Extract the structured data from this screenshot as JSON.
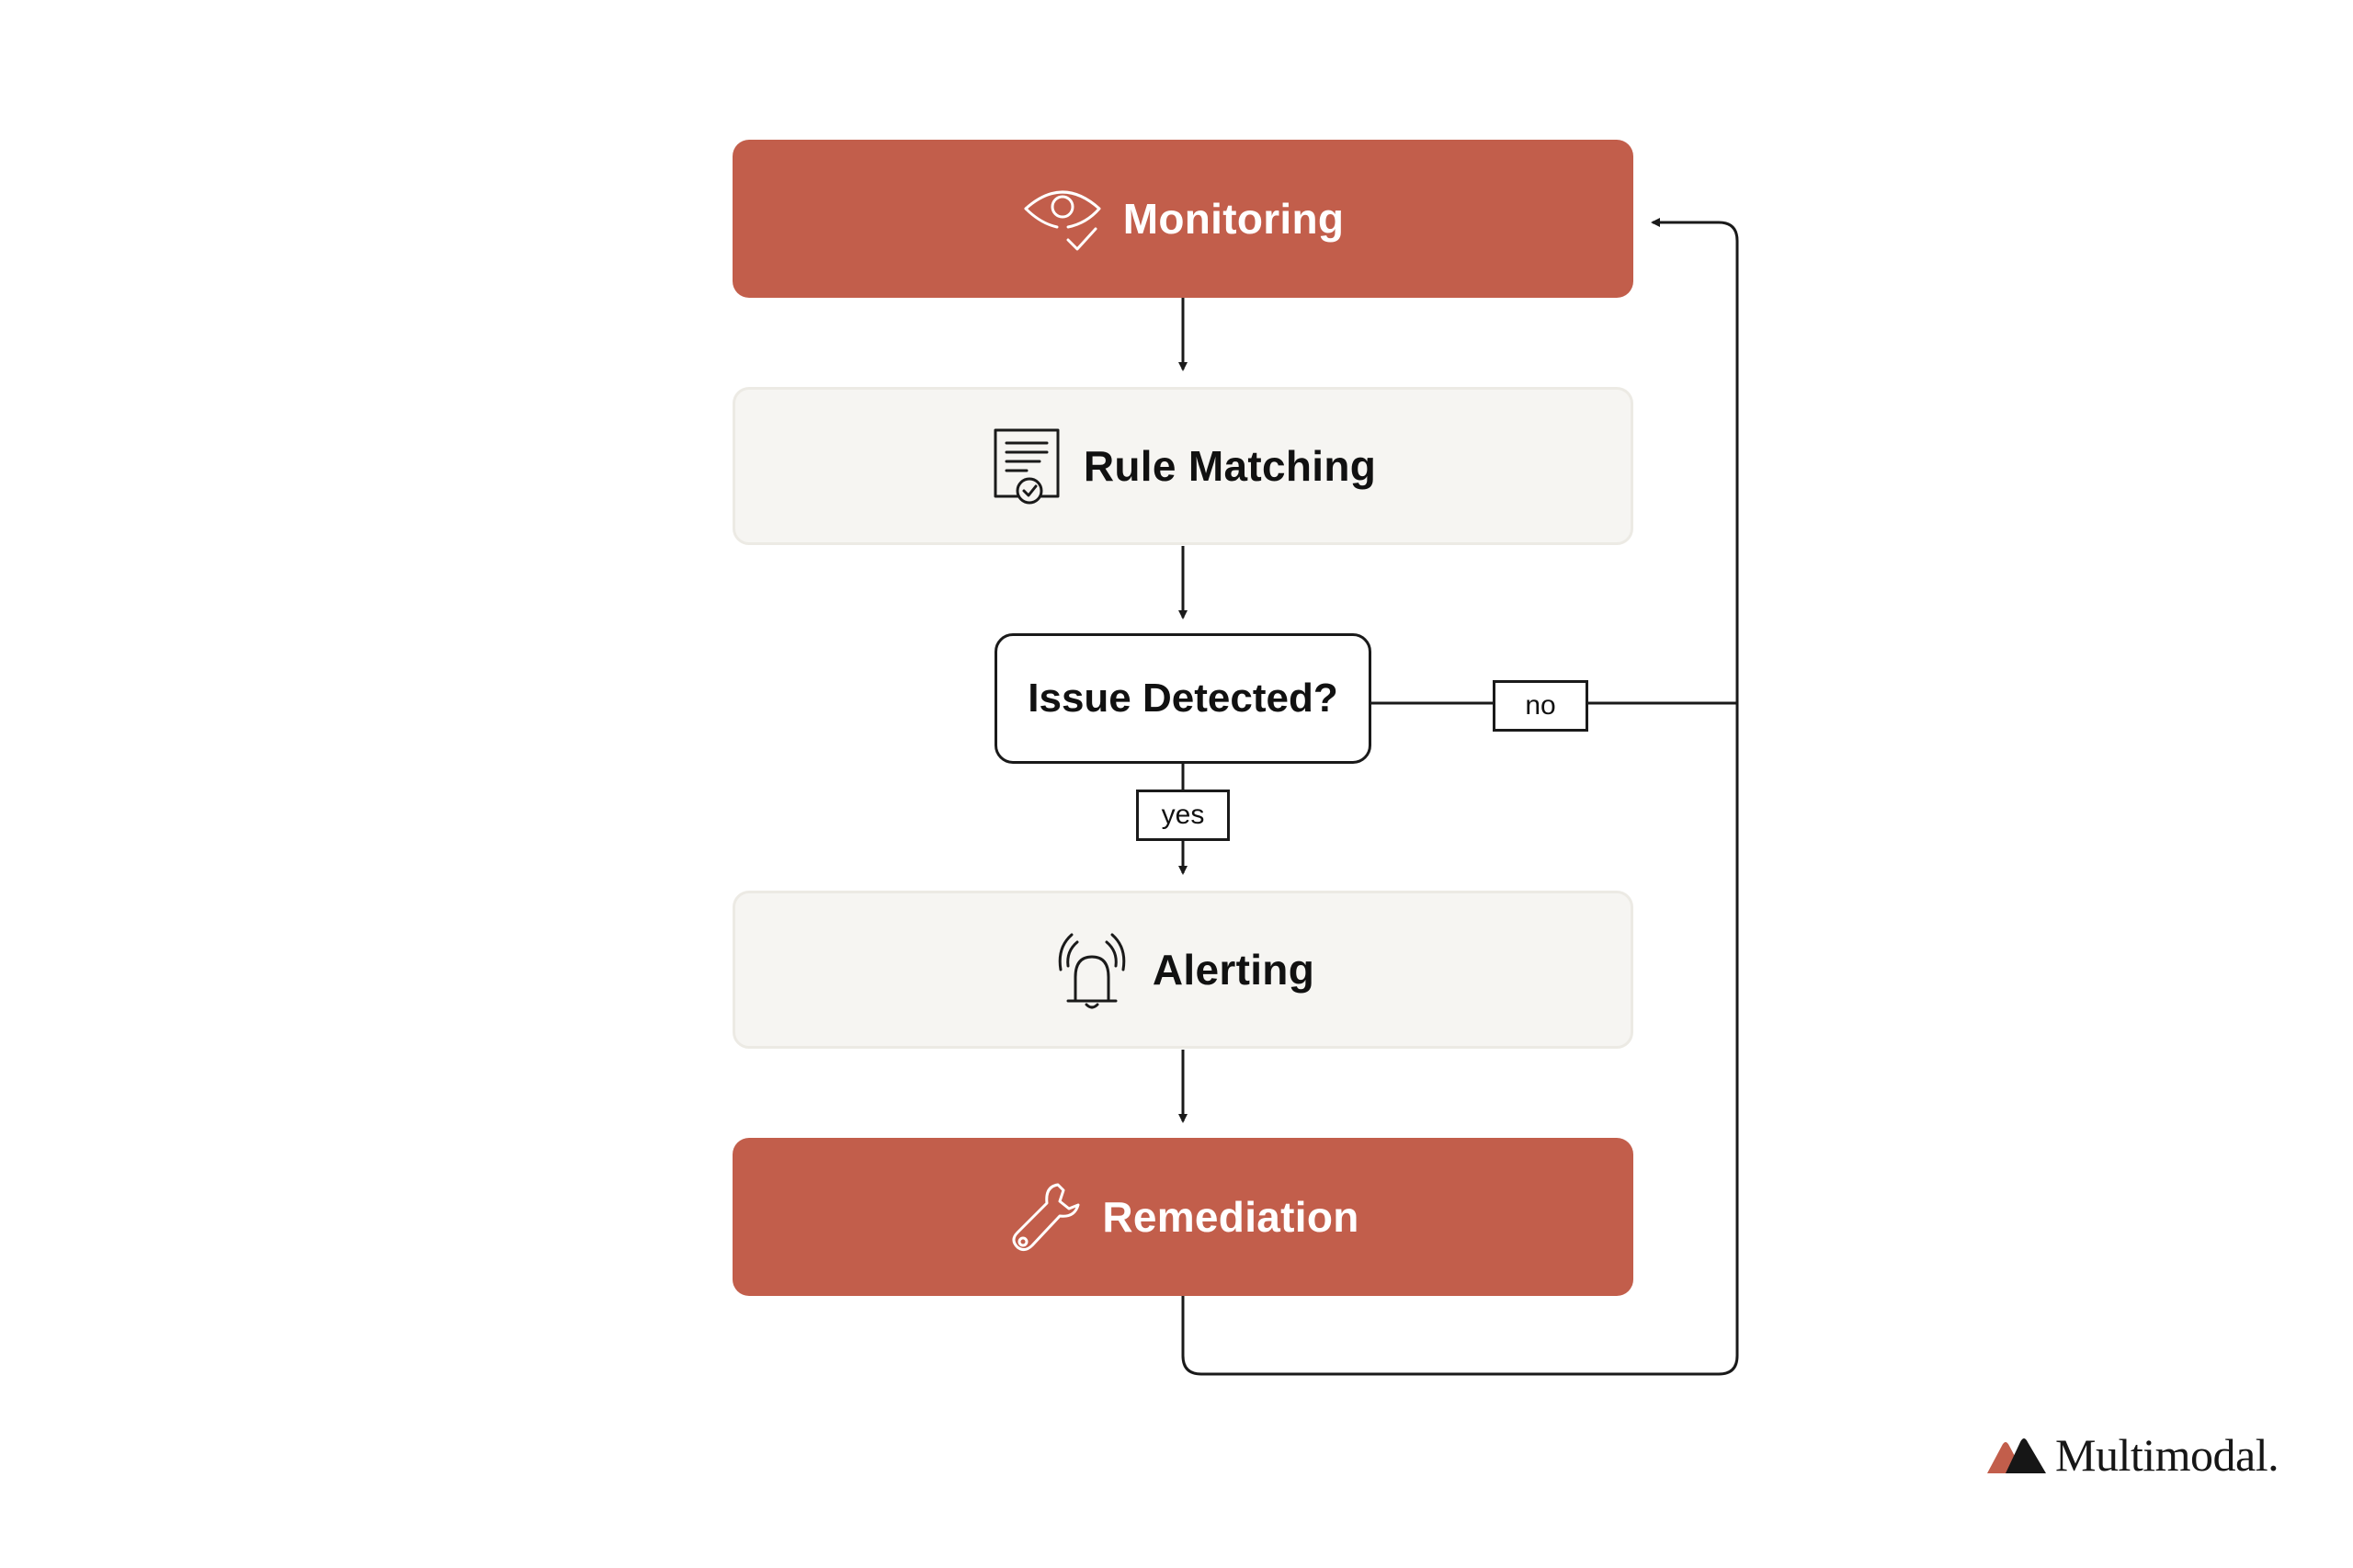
{
  "steps": {
    "monitoring": {
      "label": "Monitoring",
      "icon": "eye-check-icon"
    },
    "rule_matching": {
      "label": "Rule Matching",
      "icon": "document-check-icon"
    },
    "decision": {
      "label": "Issue Detected?"
    },
    "alerting": {
      "label": "Alerting",
      "icon": "bell-alarm-icon"
    },
    "remediation": {
      "label": "Remediation",
      "icon": "wrench-icon"
    }
  },
  "edges": {
    "no_label": "no",
    "yes_label": "yes"
  },
  "brand": {
    "name": "Multimodal."
  },
  "colors": {
    "accent": "#C25E4B",
    "light_box": "#F6F5F2",
    "line": "#1a1a1a"
  }
}
